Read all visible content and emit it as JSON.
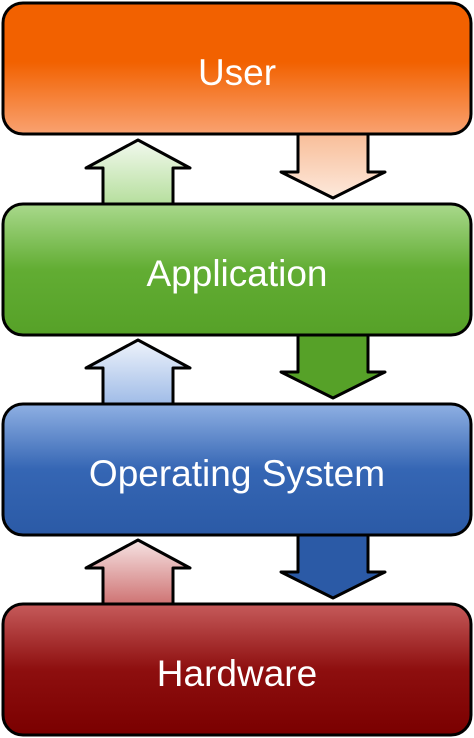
{
  "layers": [
    {
      "label": "User",
      "color_light": "#f9a271",
      "color_dark": "#f26100"
    },
    {
      "label": "Application",
      "color_light": "#a9d98c",
      "color_dark": "#56a128"
    },
    {
      "label": "Operating System",
      "color_light": "#8fb0e3",
      "color_dark": "#2b5aa6"
    },
    {
      "label": "Hardware",
      "color_light": "#c65b5b",
      "color_dark": "#7a0000"
    }
  ],
  "outline_color": "#000000"
}
